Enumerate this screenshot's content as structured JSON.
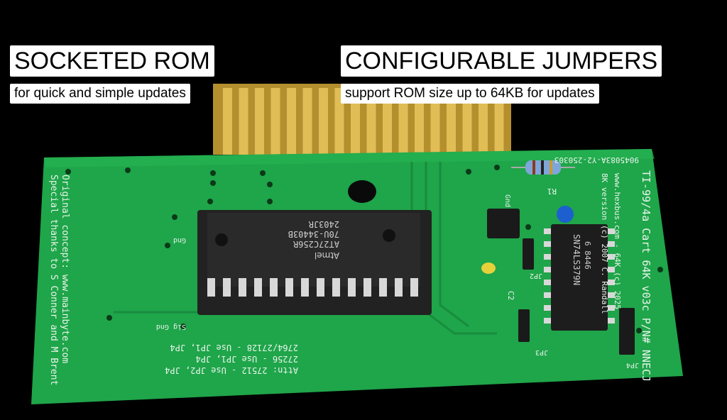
{
  "callouts": {
    "left": {
      "heading": "SOCKETED ROM",
      "sub": "for quick and simple updates"
    },
    "right": {
      "heading": "CONFIGURABLE JUMPERS",
      "sub": "support ROM size up to 64KB for updates"
    }
  },
  "board": {
    "part_number": "9045083A-Y2-250303",
    "title": "TI-99/4a Cart 64K v03c P/N# NNECJ",
    "website": "www.hexbus.com - 64K (c) 2025",
    "version_note": "8K version (c) 2007 C. Randall",
    "credits_line1": "Original concept: www.mainbyte.com",
    "credits_line2": "Special thanks to S Conner and M Brent",
    "attn_line1": "2764/27128 - Use JP1, JP4",
    "attn_line2": "27256 - Use JP1, JP4",
    "attn_line3": "Attn: 27512 - Use JP2, JP4",
    "label_gnd": "Gnd",
    "label_sig_gnd": "Sig Gnd",
    "label_r1": "R1",
    "label_c2": "C2",
    "label_jp2": "JP2",
    "label_jp3": "JP3",
    "label_jp4": "JP4",
    "eprom_brand": "Atmel",
    "eprom_part": "AT27C256R",
    "eprom_code": "70U-34403B",
    "eprom_date": "2403JR",
    "logic_part": "SN74LS379N",
    "logic_code": "6 8446"
  },
  "colors": {
    "pcb": "#1fa54a",
    "gold": "#c9a23a",
    "chip": "#1b1b1b"
  }
}
